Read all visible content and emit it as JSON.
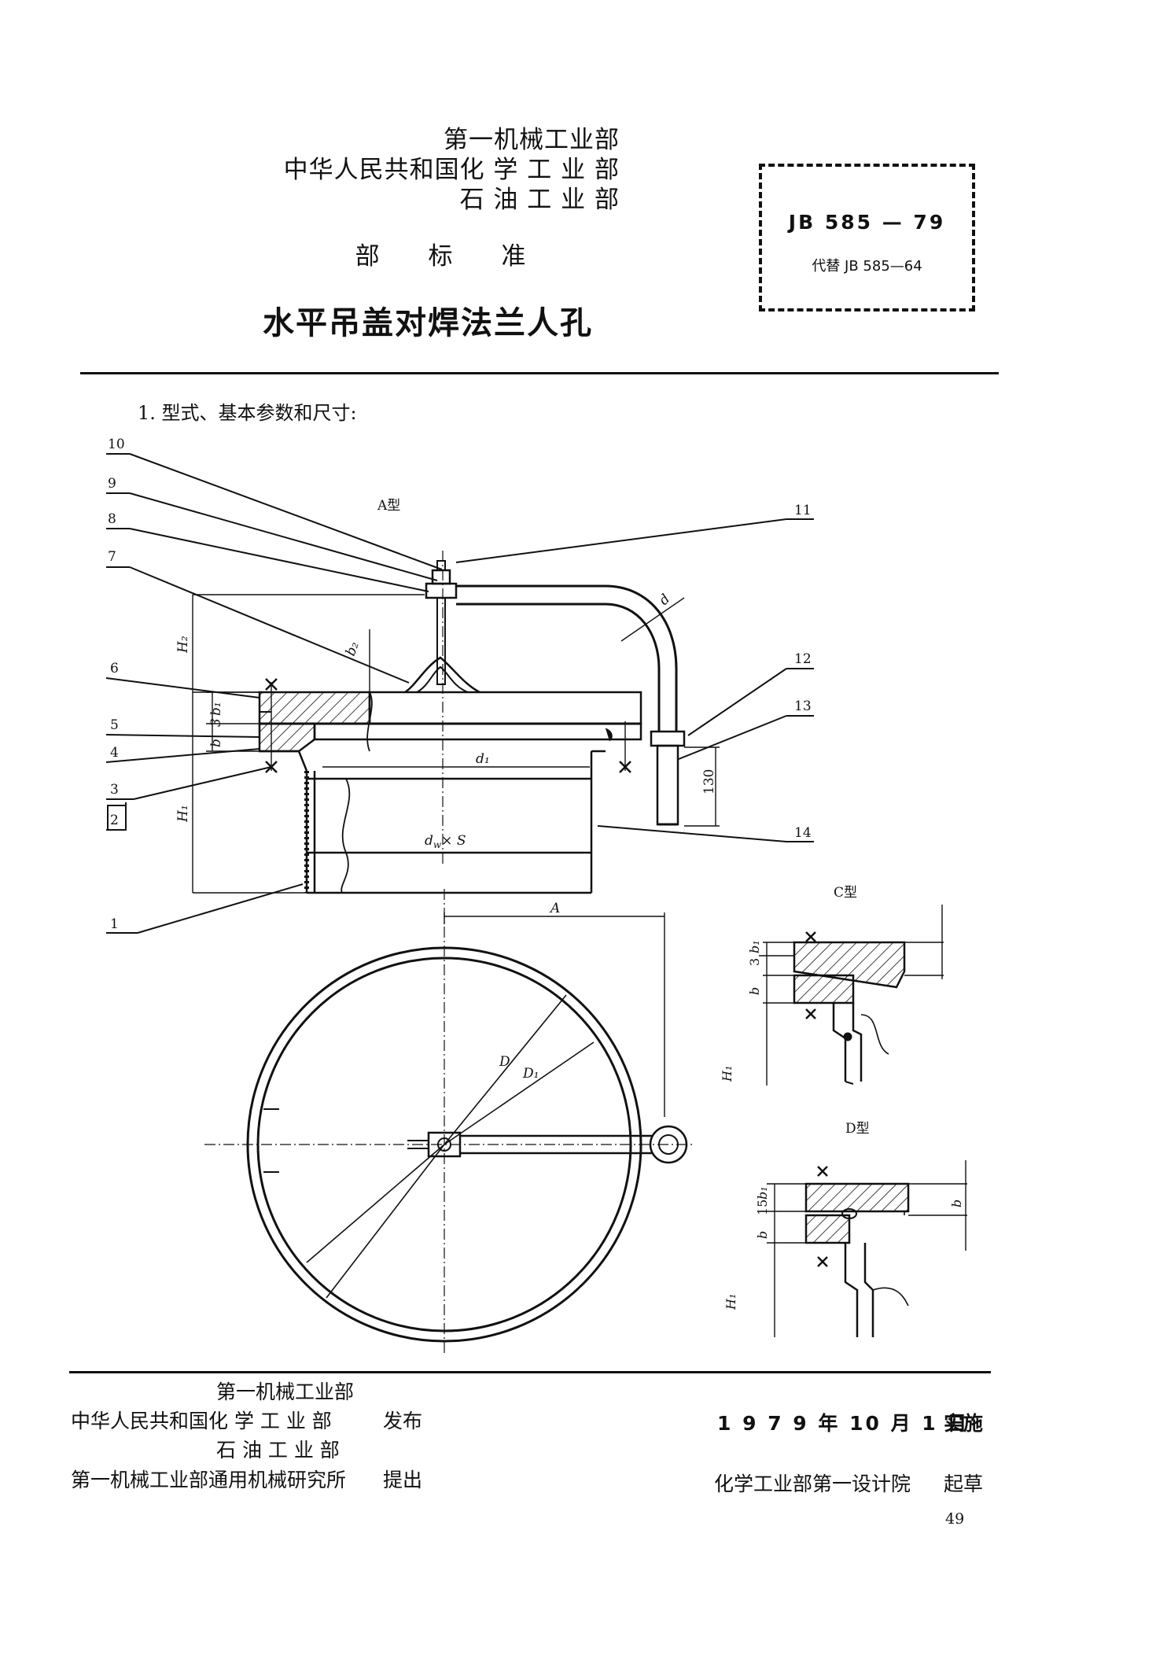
{
  "header": {
    "issuers": [
      "第一机械工业部",
      "中华人民共和国化 学 工 业 部",
      "石 油 工 业 部"
    ],
    "standard_type": "部 标 准",
    "title": "水平吊盖对焊法兰人孔",
    "standard_number": "JB 585 — 79",
    "replaces": "代替 JB 585—64"
  },
  "section": {
    "heading": "1. 型式、基本参数和尺寸:"
  },
  "drawing": {
    "view_a_label": "A型",
    "view_c_label": "C型",
    "view_d_label": "D型",
    "part_numbers": [
      "10",
      "9",
      "8",
      "7",
      "6",
      "5",
      "4",
      "3",
      "2",
      "1",
      "11",
      "12",
      "13",
      "14"
    ],
    "dims": {
      "H2": "H₂",
      "H1": "H₁",
      "b1": "b₁",
      "b": "b",
      "b2": "b₂",
      "three": "3",
      "d1": "d₁",
      "d": "d",
      "dwxS": "d",
      "dwxS_sub": "w",
      "dwxS_tail": "× S",
      "A": "A",
      "D": "D",
      "D1": "D₁",
      "d130": "130",
      "fifteen": "15",
      "c_b1": "b₁",
      "c_b": "b",
      "c_H1": "H₁",
      "c_three": "3",
      "d_b1": "b₁",
      "d_b": "b",
      "d_b_right": "b",
      "d_H1": "H₁"
    }
  },
  "footer": {
    "issuers": [
      "第一机械工业部",
      "中华人民共和国化 学 工 业 部",
      "石 油 工 业 部"
    ],
    "publish_word": "发布",
    "proposer": "第一机械工业部通用机械研究所",
    "propose_word": "提出",
    "effective_date": "1 9 7 9 年 10 月 1 日",
    "effective_word": "实施",
    "drafter": "化学工业部第一设计院",
    "draft_word": "起草",
    "page_number": "49"
  },
  "colors": {
    "ink": "#111111",
    "paper": "#ffffff"
  }
}
